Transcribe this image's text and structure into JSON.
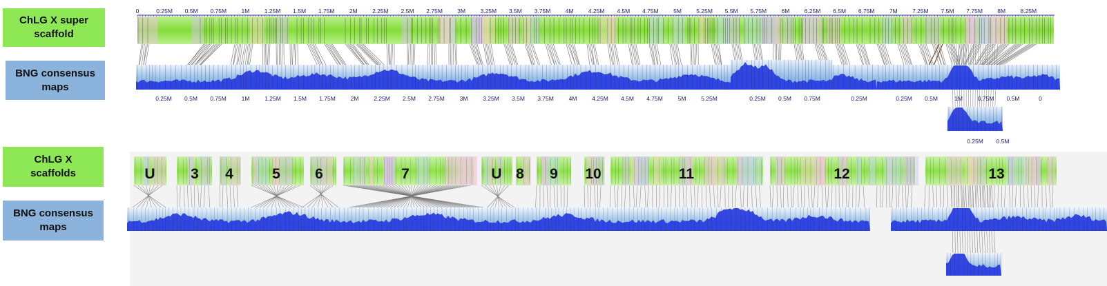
{
  "labels": {
    "top_ref": "ChLG X super scaffold",
    "top_query": "BNG consensus maps",
    "bottom_ref": "ChLG X scaffolds",
    "bottom_query": "BNG consensus maps"
  },
  "top_ruler_ticks": [
    "0",
    "0.25M",
    "0.5M",
    "0.75M",
    "1M",
    "1.25M",
    "1.5M",
    "1.75M",
    "2M",
    "2.25M",
    "2.5M",
    "2.75M",
    "3M",
    "3.25M",
    "3.5M",
    "3.75M",
    "4M",
    "4.25M",
    "4.5M",
    "4.75M",
    "5M",
    "5.25M",
    "5.5M",
    "5.75M",
    "6M",
    "6.25M",
    "6.5M",
    "6.75M",
    "7M",
    "7.25M",
    "7.5M",
    "7.75M",
    "8M",
    "8.25M"
  ],
  "consensus_ticks_a": [
    "0.25M",
    "0.5M",
    "0.75M",
    "1M",
    "1.25M",
    "1.5M",
    "1.75M",
    "2M",
    "2.25M",
    "2.5M",
    "2.75M",
    "3M",
    "3.25M",
    "3.5M",
    "3.75M",
    "4M",
    "4.25M",
    "4.5M",
    "4.75M",
    "5M",
    "5.25M"
  ],
  "consensus_ticks_b": [
    "0.25M",
    "0.5M",
    "0.75M"
  ],
  "consensus_ticks_c": [
    "0.25M"
  ],
  "consensus_ticks_d": [
    "0.25M",
    "0.5M",
    "1M",
    "0.75M",
    "0.5M",
    "0"
  ],
  "consensus_ticks_e": [
    "0.25M",
    "0.5M"
  ],
  "scaffolds": [
    "U",
    "3",
    "4",
    "5",
    "6",
    "7",
    "U",
    "8",
    "9",
    "10",
    "11",
    "12",
    "13"
  ],
  "colors": {
    "ref_green": "#8ee855",
    "query_blue": "#2b3fe0",
    "label_green": "#8ee855",
    "label_blue": "#8bb3dc"
  }
}
